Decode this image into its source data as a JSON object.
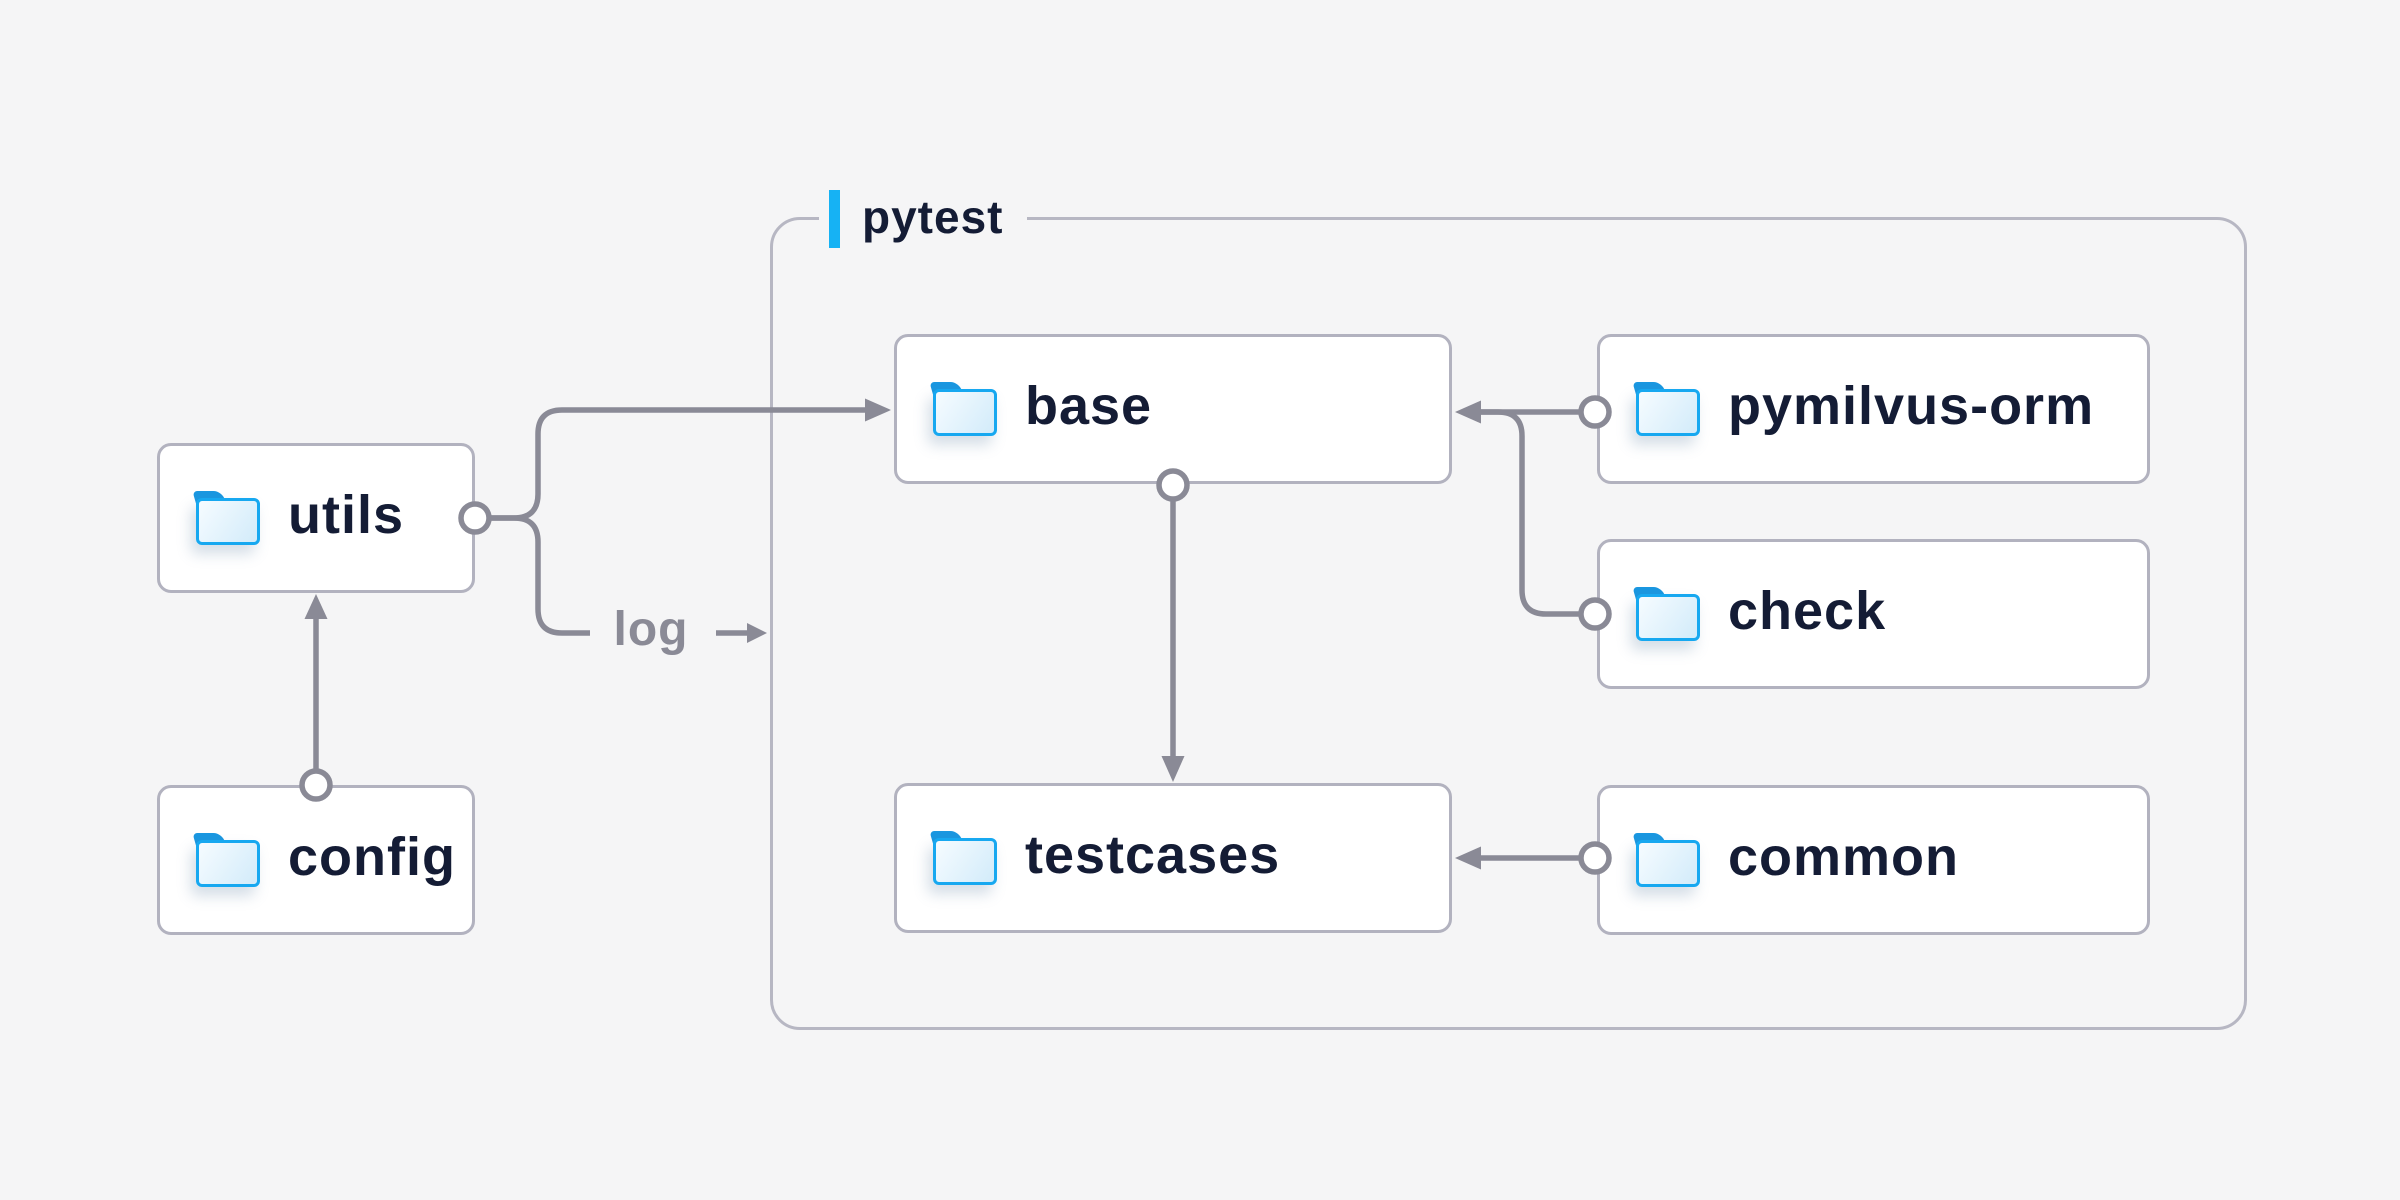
{
  "diagram": {
    "container": {
      "label": "pytest"
    },
    "nodes": [
      {
        "id": "utils",
        "label": "utils"
      },
      {
        "id": "config",
        "label": "config"
      },
      {
        "id": "base",
        "label": "base"
      },
      {
        "id": "testcases",
        "label": "testcases"
      },
      {
        "id": "pymilvus-orm",
        "label": "pymilvus-orm"
      },
      {
        "id": "check",
        "label": "check"
      },
      {
        "id": "common",
        "label": "common"
      }
    ],
    "edges": [
      {
        "from": "config",
        "to": "utils",
        "label": ""
      },
      {
        "from": "utils",
        "to": "base",
        "label": ""
      },
      {
        "from": "utils",
        "to": "log",
        "label": "log"
      },
      {
        "from": "base",
        "to": "testcases",
        "label": ""
      },
      {
        "from": "pymilvus-orm",
        "to": "base",
        "label": ""
      },
      {
        "from": "check",
        "to": "base",
        "label": ""
      },
      {
        "from": "common",
        "to": "testcases",
        "label": ""
      }
    ],
    "log_label": "log",
    "icons": {
      "node_icon": "folder-icon"
    },
    "colors": {
      "background": "#f5f5f6",
      "node_fill": "#ffffff",
      "node_border": "#b2b2bf",
      "group_border": "#b7b7c3",
      "accent_cyan": "#16b2f4",
      "text_navy": "#141c35",
      "edge_gray": "#8a8a96",
      "folder_blue": "#17a8f0",
      "folder_tab_blue": "#1a97e0"
    }
  }
}
